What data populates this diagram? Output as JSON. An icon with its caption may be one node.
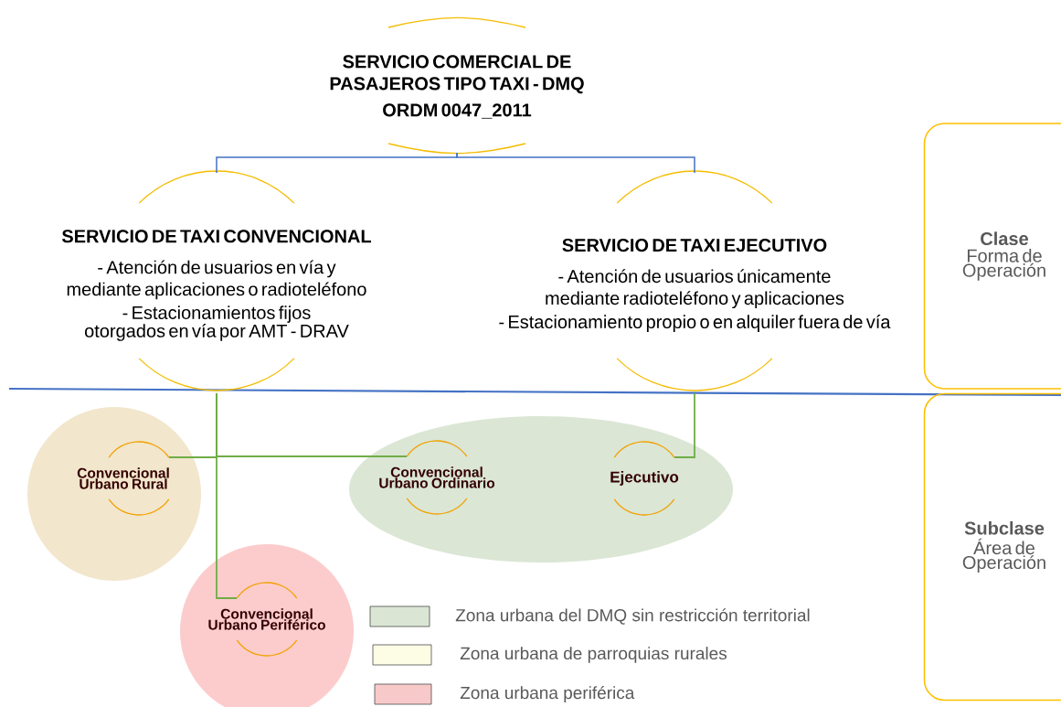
{
  "diagram": {
    "nodes": [
      {
        "text": [
          "SERVICIO COMERCIAL DE PASAJEROS TIPO TAXI - DMQ",
          "ORDM 0047_2011"
        ]
      },
      {
        "text": [
          "SERVICIO DE TAXI CONVENCIONAL",
          "- Atención de usuarios en vía y mediante aplicaciones o radioteléfono",
          "- Estacionamientos fijos otorgados en vía por AMT - DRAV"
        ]
      },
      {
        "text": [
          "SERVICIO DE TAXI EJECUTIVO",
          "- Atención de usuarios únicamente mediante radioteléfono y aplicaciones",
          "- Estacionamiento propio o en alquiler fuera de vía"
        ]
      },
      {
        "text": [
          "Clase",
          "Forma de Operación"
        ]
      },
      {
        "text": [],
        "shape": "circle"
      },
      {
        "text": [
          "Convencional Urbano Rural"
        ],
        "in": 4
      },
      {
        "text": [],
        "shape": "ellipse"
      },
      {
        "text": [
          "Convencional Urbano Ordinario"
        ],
        "in": 6
      },
      {
        "text": [
          "Ejecutivo"
        ],
        "in": 6
      },
      {
        "text": [],
        "shape": "circle"
      },
      {
        "text": [
          "Convencional Urbano Periférico"
        ],
        "in": 9
      },
      {
        "text": [
          "Subclase",
          "Área de Operación"
        ]
      }
    ],
    "edges": [
      {
        "from": 0,
        "to": 1,
        "arrow": "none",
        "color": "#4472c4"
      },
      {
        "from": 0,
        "to": 2,
        "arrow": "none",
        "color": "#4472c4"
      },
      {
        "from": 1,
        "to": 5,
        "arrow": "none"
      },
      {
        "from": 1,
        "to": 7,
        "arrow": "none"
      },
      {
        "from": 1,
        "to": 10,
        "arrow": "none"
      },
      {
        "from": 2,
        "to": 8,
        "arrow": "none"
      }
    ],
    "legend": [
      {
        "text": "Zona urbana del DMQ sin restricción territorial",
        "color": "#dae6d3"
      },
      {
        "text": "Zona urbana de parroquias rurales",
        "color": "#fdfde6"
      },
      {
        "text": "Zona urbana periférica",
        "color": "#f8c9c9"
      }
    ]
  }
}
